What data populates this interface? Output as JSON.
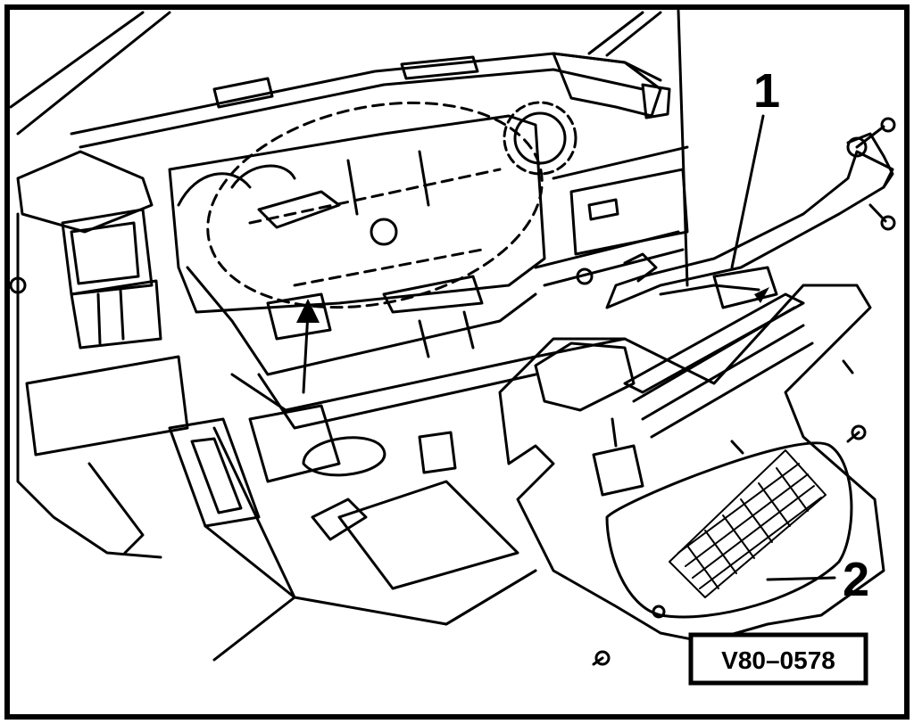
{
  "diagram": {
    "callouts": [
      {
        "id": "1",
        "label": "1"
      },
      {
        "id": "2",
        "label": "2"
      }
    ],
    "figure_code": "V80–0578",
    "colors": {
      "ink": "#000000",
      "paper": "#ffffff"
    }
  }
}
